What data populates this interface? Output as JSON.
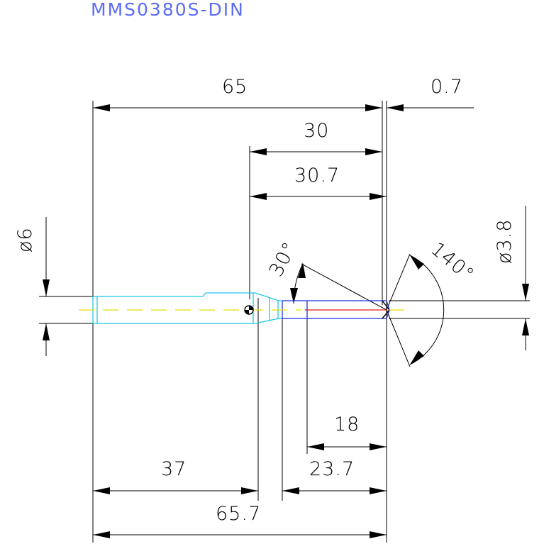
{
  "title": "MMS0380S-DIN",
  "dimensions": {
    "overall_65": "65",
    "tip_0_7": "0.7",
    "flute_30": "30",
    "flute_30_7": "30.7",
    "diameter_shank": "ø6",
    "diameter_tip": "ø3.8",
    "angle_30": "30°",
    "angle_140": "140°",
    "len_18": "18",
    "len_37": "37",
    "len_23_7": "23.7",
    "overall_65_7": "65.7"
  },
  "colors": {
    "outline": "#1ec8e6",
    "flute": "#1b2ee0",
    "coolant": "#e01b1b",
    "centerline": "#e6e000",
    "title": "#5b6cf5"
  }
}
